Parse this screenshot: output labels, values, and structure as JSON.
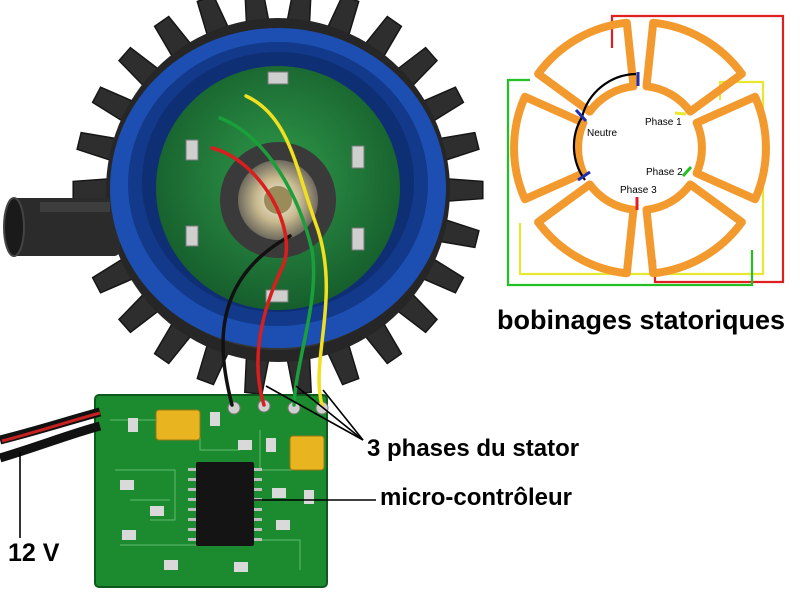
{
  "diagram": {
    "title": "bobinages statoriques",
    "coil_labels": {
      "neutre": "Neutre",
      "phase1": "Phase 1",
      "phase2": "Phase 2",
      "phase3": "Phase 3"
    },
    "colors": {
      "coil": "#f29a2e",
      "phase1_wire": "#e8e832",
      "phase2_wire": "#22c022",
      "phase3_wire": "#e02020",
      "neutral_link": "#000000",
      "coil_end_marker": "#1f2fb0"
    }
  },
  "photo": {
    "callouts": {
      "phases": "3 phases du stator",
      "micro": "micro-contrôleur",
      "power": "12 V"
    },
    "colors": {
      "housing": "#2a2a2a",
      "blue_ring": "#1d4fb3",
      "pcb": "#1f7a36",
      "wire_red": "#d81e1e",
      "wire_yellow": "#f0e020",
      "wire_green": "#1aa03a",
      "wire_black": "#111111"
    }
  }
}
